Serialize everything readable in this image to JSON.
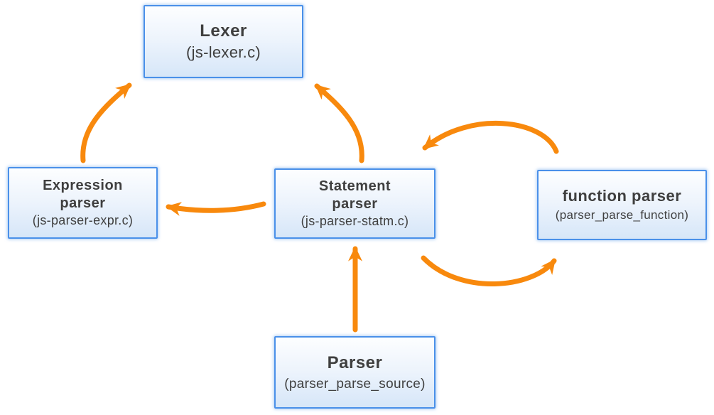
{
  "diagram": {
    "colors": {
      "arrow": "#F8890D",
      "box_border": "#4A90E9",
      "box_fill_top": "#FDFEFF",
      "box_fill_bottom": "#D6E6F8",
      "text": "#3F3F3F"
    },
    "nodes": [
      {
        "id": "lexer",
        "title_lines": [
          "Lexer"
        ],
        "subtitle": "(js-lexer.c)"
      },
      {
        "id": "expression-parser",
        "title_lines": [
          "Expression",
          "parser"
        ],
        "subtitle": "(js-parser-expr.c)"
      },
      {
        "id": "statement-parser",
        "title_lines": [
          "Statement",
          "parser"
        ],
        "subtitle": "(js-parser-statm.c)"
      },
      {
        "id": "function-parser",
        "title_lines": [
          "function parser"
        ],
        "subtitle": "(parser_parse_function)"
      },
      {
        "id": "parser",
        "title_lines": [
          "Parser"
        ],
        "subtitle": "(parser_parse_source)"
      }
    ],
    "edges": [
      {
        "from": "expression-parser",
        "to": "lexer"
      },
      {
        "from": "statement-parser",
        "to": "lexer"
      },
      {
        "from": "statement-parser",
        "to": "expression-parser"
      },
      {
        "from": "function-parser",
        "to": "statement-parser"
      },
      {
        "from": "statement-parser",
        "to": "function-parser"
      },
      {
        "from": "parser",
        "to": "statement-parser"
      }
    ]
  }
}
